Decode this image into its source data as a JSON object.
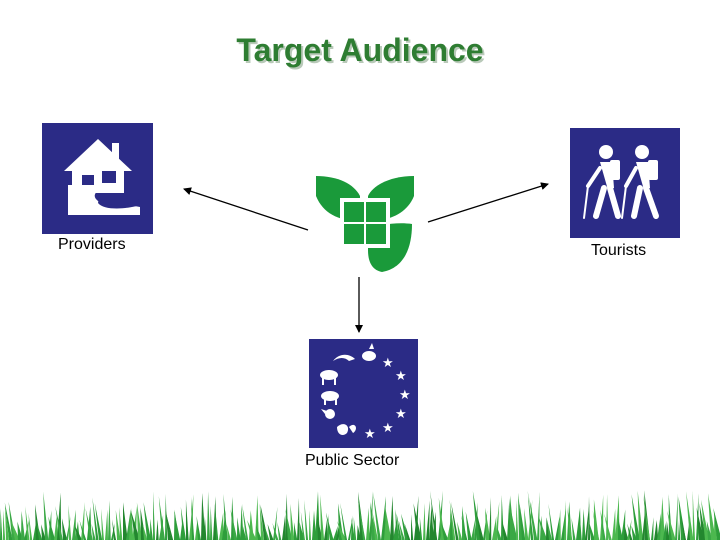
{
  "title": "Target Audience",
  "colors": {
    "title": "#2e7d32",
    "panel": "#2b2b86",
    "logo_green": "#1a9a3a",
    "grass": "#2e9e3b"
  },
  "center": {
    "icon": "leaf-window-logo-icon"
  },
  "nodes": [
    {
      "id": "providers",
      "label": "Providers",
      "icon": "house-icon"
    },
    {
      "id": "tourists",
      "label": "Tourists",
      "icon": "hikers-icon"
    },
    {
      "id": "public-sector",
      "label": "Public Sector",
      "icon": "eu-animals-icon"
    }
  ]
}
